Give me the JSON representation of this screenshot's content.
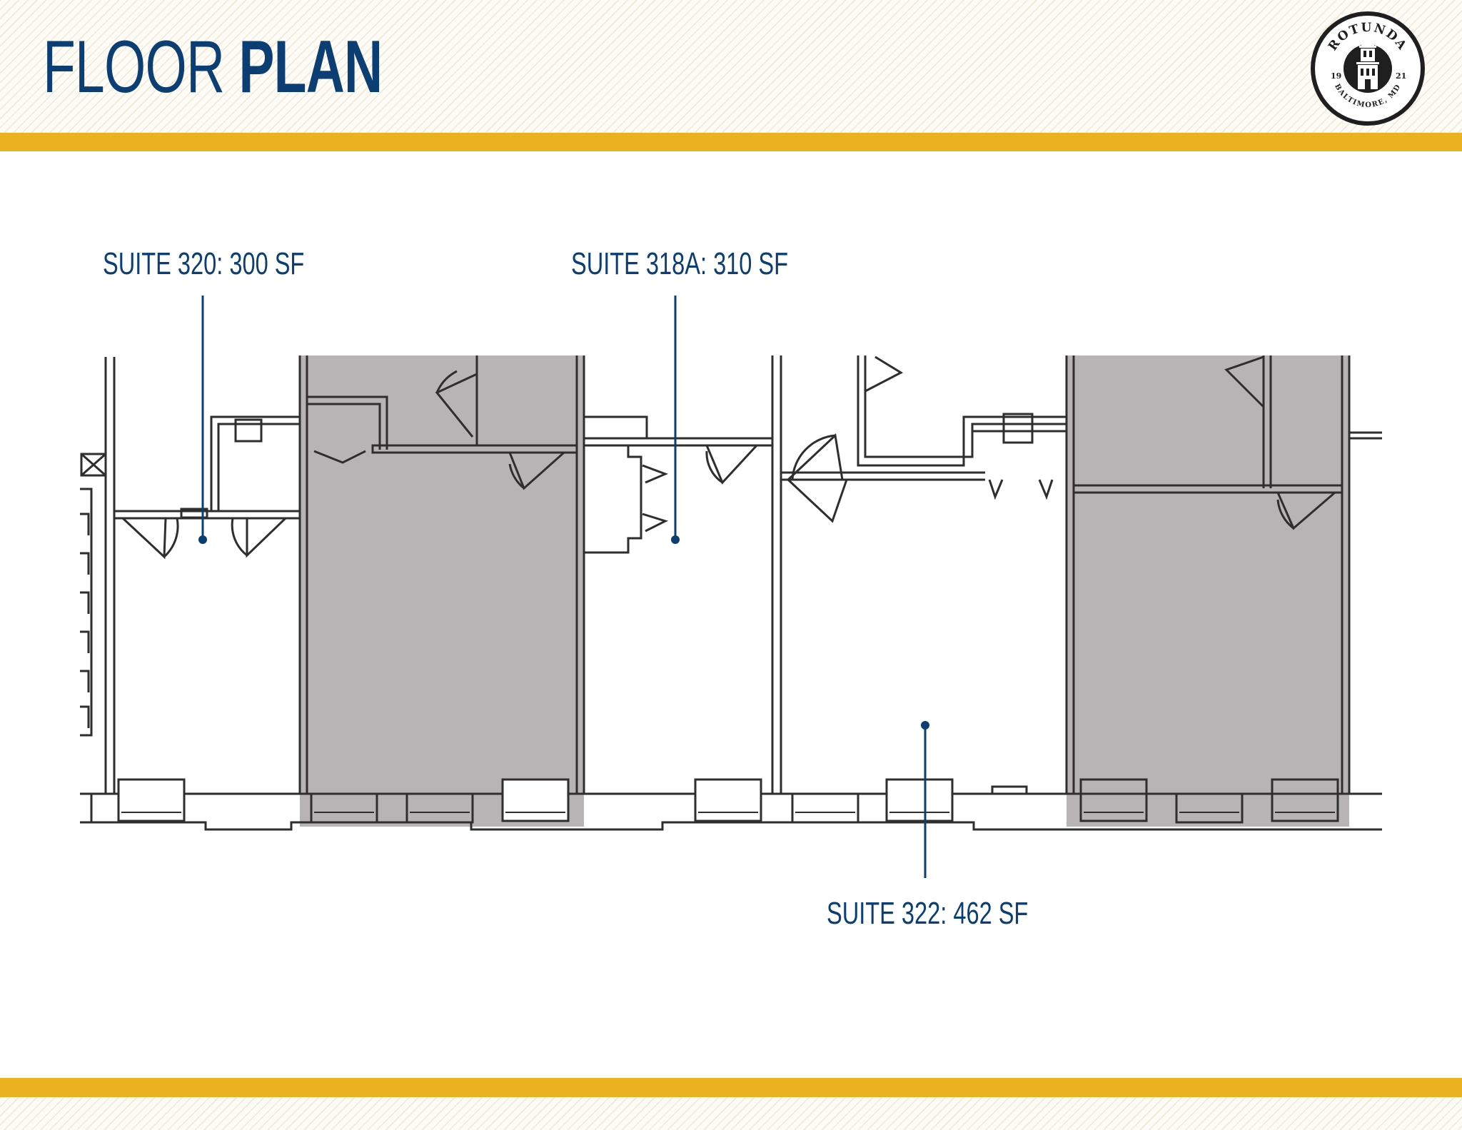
{
  "header": {
    "title_light": "FLOOR",
    "title_bold": "PLAN"
  },
  "logo": {
    "name": "ROTUNDA",
    "year_left": "19",
    "year_right": "21",
    "location": "BALTIMORE, MD"
  },
  "suites": [
    {
      "label": "SUITE 320: 300 SF"
    },
    {
      "label": "SUITE 318A: 310 SF"
    },
    {
      "label": "SUITE 322: 462 SF"
    }
  ],
  "colors": {
    "navy": "#0b3f73",
    "gold": "#eab221",
    "unavailable_fill": "#b8b4b5",
    "wall": "#2e2e2e"
  }
}
